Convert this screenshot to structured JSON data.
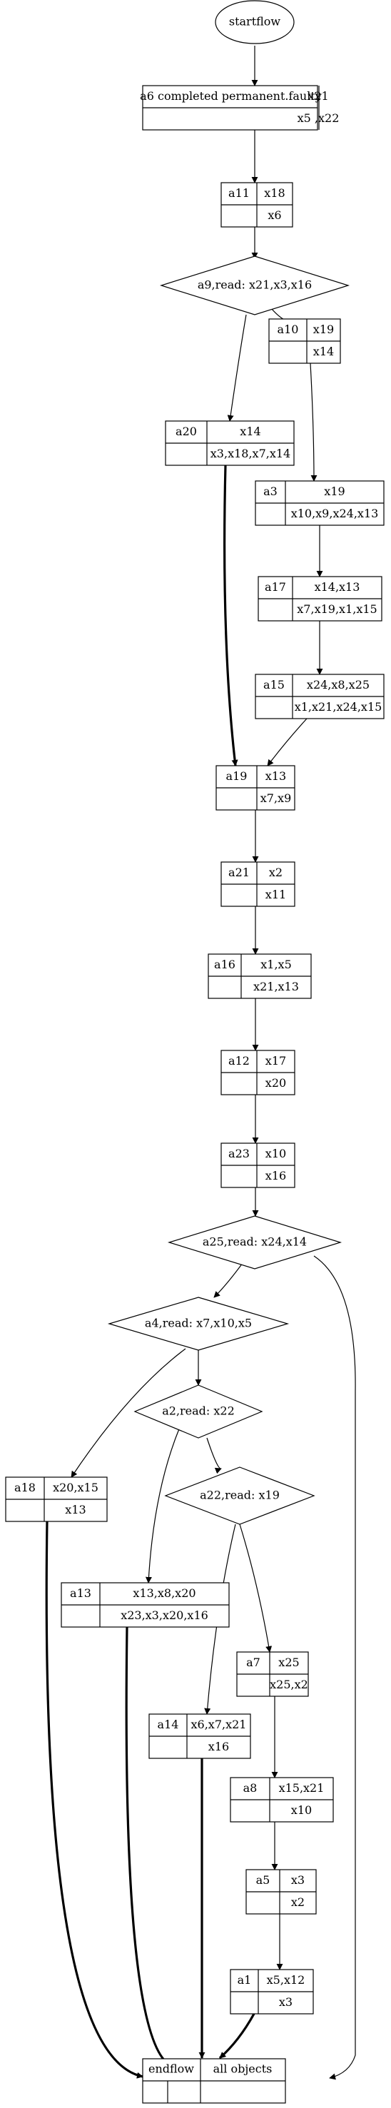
{
  "start": {
    "label": "startflow"
  },
  "end": {
    "label": "endflow",
    "value": "all objects"
  },
  "activities": [
    {
      "id": "a6",
      "label": "a6 completed permanent.faulty",
      "read": "x21",
      "write": "x5 ,x22"
    },
    {
      "id": "a11",
      "label": "a11",
      "read": "x18",
      "write": "x6"
    },
    {
      "id": "a10",
      "label": "a10",
      "read": "x19",
      "write": "x14"
    },
    {
      "id": "a20",
      "label": "a20",
      "read": "x14",
      "write": "x3,x18,x7,x14"
    },
    {
      "id": "a3",
      "label": "a3",
      "read": "x19",
      "write": "x10,x9,x24,x13"
    },
    {
      "id": "a17",
      "label": "a17",
      "read": "x14,x13",
      "write": "x7,x19,x1,x15"
    },
    {
      "id": "a15",
      "label": "a15",
      "read": "x24,x8,x25",
      "write": "x1,x21,x24,x15"
    },
    {
      "id": "a19",
      "label": "a19",
      "read": "x13",
      "write": "x7,x9"
    },
    {
      "id": "a21",
      "label": "a21",
      "read": "x2",
      "write": "x11"
    },
    {
      "id": "a16",
      "label": "a16",
      "read": "x1,x5",
      "write": "x21,x13"
    },
    {
      "id": "a12",
      "label": "a12",
      "read": "x17",
      "write": "x20"
    },
    {
      "id": "a23",
      "label": "a23",
      "read": "x10",
      "write": "x16"
    },
    {
      "id": "a18",
      "label": "a18",
      "read": "x20,x15",
      "write": "x13"
    },
    {
      "id": "a13",
      "label": "a13",
      "read": "x13,x8,x20",
      "write": "x23,x3,x20,x16"
    },
    {
      "id": "a7",
      "label": "a7",
      "read": "x25",
      "write": "x25,x2"
    },
    {
      "id": "a14",
      "label": "a14",
      "read": "x6,x7,x21",
      "write": "x16"
    },
    {
      "id": "a8",
      "label": "a8",
      "read": "x15,x21",
      "write": "x10"
    },
    {
      "id": "a5",
      "label": "a5",
      "read": "x3",
      "write": "x2"
    },
    {
      "id": "a1",
      "label": "a1",
      "read": "x5,x12",
      "write": "x3"
    }
  ],
  "decisions": [
    {
      "id": "a9",
      "label": "a9,read: x21,x3,x16"
    },
    {
      "id": "a25",
      "label": "a25,read: x24,x14"
    },
    {
      "id": "a4",
      "label": "a4,read: x7,x10,x5"
    },
    {
      "id": "a2",
      "label": "a2,read: x22"
    },
    {
      "id": "a22",
      "label": "a22,read: x19"
    }
  ]
}
